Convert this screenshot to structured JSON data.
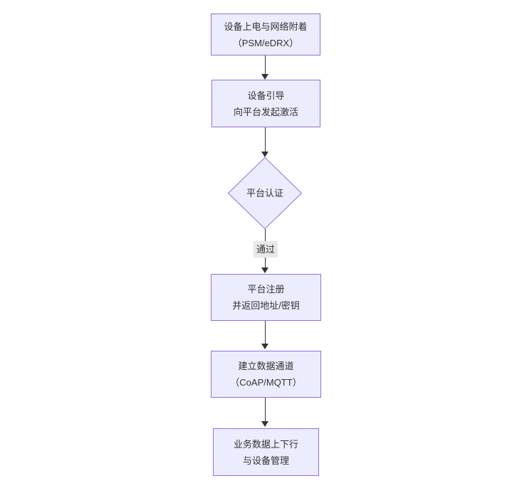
{
  "diagram": {
    "type": "flowchart",
    "direction": "top-down",
    "nodes": [
      {
        "id": "power-on",
        "shape": "rect",
        "lines": [
          "设备上电与网络附着",
          "（PSM/eDRX）"
        ]
      },
      {
        "id": "bootstrap",
        "shape": "rect",
        "lines": [
          "设备引导",
          "向平台发起激活"
        ]
      },
      {
        "id": "auth",
        "shape": "diamond",
        "lines": [
          "平台认证"
        ]
      },
      {
        "id": "register",
        "shape": "rect",
        "lines": [
          "平台注册",
          "并返回地址/密钥"
        ]
      },
      {
        "id": "channel",
        "shape": "rect",
        "lines": [
          "建立数据通道",
          "（CoAP/MQTT）"
        ]
      },
      {
        "id": "business",
        "shape": "rect",
        "lines": [
          "业务数据上下行",
          "与设备管理"
        ]
      }
    ],
    "edges": [
      {
        "from": "power-on",
        "to": "bootstrap",
        "label": ""
      },
      {
        "from": "bootstrap",
        "to": "auth",
        "label": ""
      },
      {
        "from": "auth",
        "to": "register",
        "label": "通过"
      },
      {
        "from": "register",
        "to": "channel",
        "label": ""
      },
      {
        "from": "channel",
        "to": "business",
        "label": ""
      }
    ],
    "colors": {
      "node_fill": "#ECECFF",
      "node_border": "#9370DB",
      "text": "#333333",
      "arrow": "#333333",
      "label_bg": "#e8e8e8"
    }
  }
}
